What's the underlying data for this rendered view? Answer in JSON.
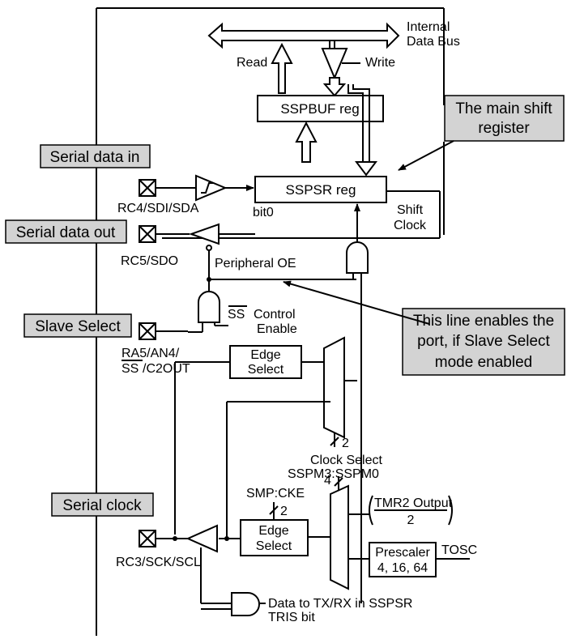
{
  "labels": {
    "internal_bus_1": "Internal",
    "internal_bus_2": "Data Bus",
    "read": "Read",
    "write": "Write",
    "sspbuf": "SSPBUF reg",
    "sspsr": "SSPSR reg",
    "bit0": "bit0",
    "shift_clock_1": "Shift",
    "shift_clock_2": "Clock",
    "pin_sdi": "RC4/SDI/SDA",
    "pin_sdo": "RC5/SDO",
    "peripheral_oe": "Peripheral OE",
    "ss_bar": "SS",
    "control_enable_1": "Control",
    "control_enable_2": "Enable",
    "pin_ss_1": "RA5/AN4/",
    "pin_ss_2a": "SS",
    "pin_ss_2b": "/C2OUT",
    "edge_select_top_1": "Edge",
    "edge_select_top_2": "Select",
    "clock_select_bus": "2",
    "clock_select": "Clock Select",
    "sspm": "SSPM3:SSPM0",
    "sspm_bus": "4",
    "smp_cke": "SMP:CKE",
    "smp_bus": "2",
    "edge_select_bot_1": "Edge",
    "edge_select_bot_2": "Select",
    "tmr2": "TMR2 Output",
    "tmr2_div": "2",
    "prescaler_1": "Prescaler",
    "prescaler_2": "4, 16, 64",
    "tosc": "TOSC",
    "pin_sck": "RC3/SCK/SCL",
    "data_txrx": "Data to TX/RX in SSPSR",
    "tris": "TRIS bit"
  },
  "callouts": {
    "serial_data_in": "Serial data in",
    "serial_data_out": "Serial data out",
    "slave_select": "Slave Select",
    "serial_clock": "Serial clock",
    "main_shift_1": "The main shift",
    "main_shift_2": "register",
    "enables_1": "This line enables the",
    "enables_2": "port, if Slave Select",
    "enables_3": "mode enabled"
  }
}
